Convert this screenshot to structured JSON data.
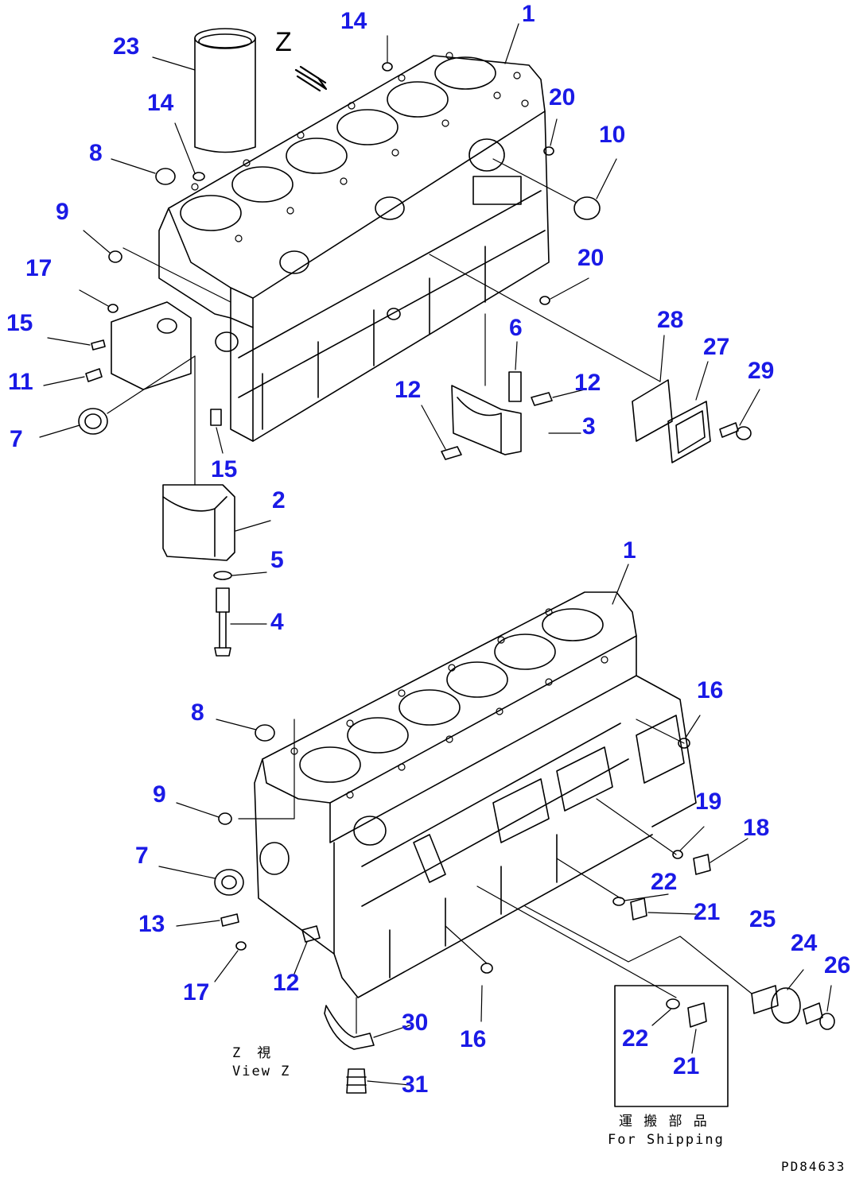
{
  "diagram": {
    "z_arrow_label": "Z",
    "callouts": [
      {
        "id": "c-23",
        "label": "23"
      },
      {
        "id": "c-14a",
        "label": "14"
      },
      {
        "id": "c-1a",
        "label": "1"
      },
      {
        "id": "c-14b",
        "label": "14"
      },
      {
        "id": "c-20a",
        "label": "20"
      },
      {
        "id": "c-10",
        "label": "10"
      },
      {
        "id": "c-8a",
        "label": "8"
      },
      {
        "id": "c-9a",
        "label": "9"
      },
      {
        "id": "c-17a",
        "label": "17"
      },
      {
        "id": "c-20b",
        "label": "20"
      },
      {
        "id": "c-15a",
        "label": "15"
      },
      {
        "id": "c-28",
        "label": "28"
      },
      {
        "id": "c-6",
        "label": "6"
      },
      {
        "id": "c-27",
        "label": "27"
      },
      {
        "id": "c-29",
        "label": "29"
      },
      {
        "id": "c-11",
        "label": "11"
      },
      {
        "id": "c-12a",
        "label": "12"
      },
      {
        "id": "c-12b",
        "label": "12"
      },
      {
        "id": "c-3",
        "label": "3"
      },
      {
        "id": "c-7a",
        "label": "7"
      },
      {
        "id": "c-15b",
        "label": "15"
      },
      {
        "id": "c-2",
        "label": "2"
      },
      {
        "id": "c-5",
        "label": "5"
      },
      {
        "id": "c-1b",
        "label": "1"
      },
      {
        "id": "c-4",
        "label": "4"
      },
      {
        "id": "c-16a",
        "label": "16"
      },
      {
        "id": "c-8b",
        "label": "8"
      },
      {
        "id": "c-9b",
        "label": "9"
      },
      {
        "id": "c-19",
        "label": "19"
      },
      {
        "id": "c-18",
        "label": "18"
      },
      {
        "id": "c-7b",
        "label": "7"
      },
      {
        "id": "c-22a",
        "label": "22"
      },
      {
        "id": "c-21a",
        "label": "21"
      },
      {
        "id": "c-13",
        "label": "13"
      },
      {
        "id": "c-25",
        "label": "25"
      },
      {
        "id": "c-24",
        "label": "24"
      },
      {
        "id": "c-26",
        "label": "26"
      },
      {
        "id": "c-17b",
        "label": "17"
      },
      {
        "id": "c-12c",
        "label": "12"
      },
      {
        "id": "c-30",
        "label": "30"
      },
      {
        "id": "c-16b",
        "label": "16"
      },
      {
        "id": "c-22b",
        "label": "22"
      },
      {
        "id": "c-21b",
        "label": "21"
      },
      {
        "id": "c-31",
        "label": "31"
      }
    ],
    "view_z_jp": "Z　視",
    "view_z_en": "View Z",
    "shipping_jp": "運 搬 部 品",
    "shipping_en": "For Shipping",
    "drawing_code": "PD84633"
  },
  "colors": {
    "callout": "#1a1ae6",
    "lines": "#000000",
    "background": "#ffffff"
  }
}
